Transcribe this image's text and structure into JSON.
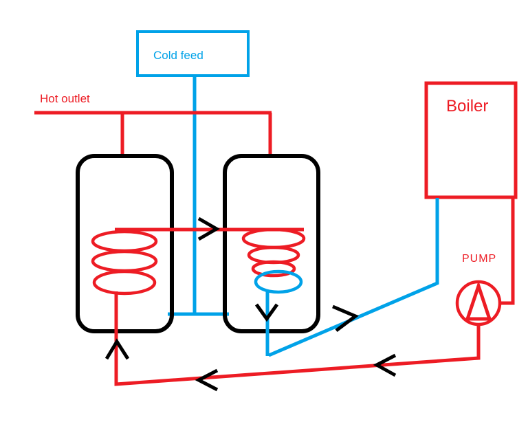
{
  "colors": {
    "hot": "#ed1c24",
    "cold": "#00a2e8",
    "outline": "#000000",
    "background": "#ffffff"
  },
  "labels": {
    "cold_feed": "Cold feed",
    "hot_outlet": "Hot outlet",
    "boiler": "Boiler",
    "pump": "PUMP"
  }
}
